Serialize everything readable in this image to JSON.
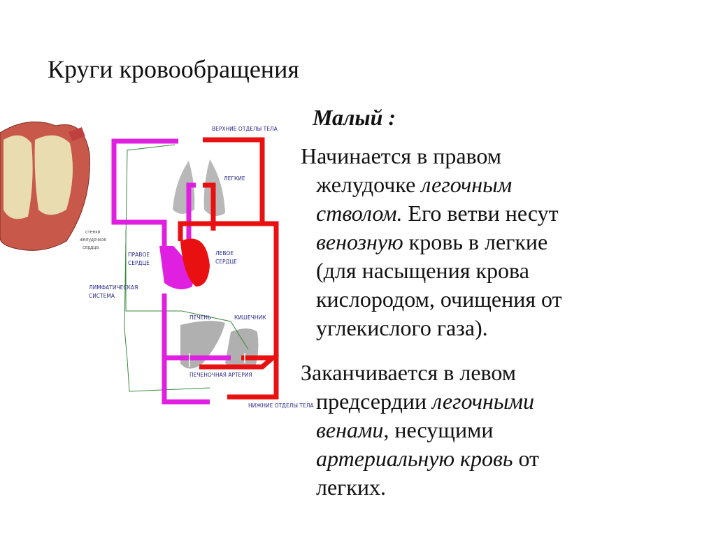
{
  "title": "Круги кровообращения",
  "body": {
    "heading": "Малый :",
    "p1": {
      "l1": "Начинается в правом",
      "l2a": "желудочке ",
      "l2b": "легочным",
      "l3a": "стволом.",
      "l3b": "  Его ветви несут",
      "l4a": "венозную",
      "l4b": "  кровь в легкие",
      "l5": "(для насыщения крова",
      "l6": "кислородом, очищения от",
      "l7": "углекислого газа)."
    },
    "p2": {
      "l1": "Заканчивается  в левом",
      "l2a": "предсердии  ",
      "l2b": "легочными",
      "l3a": "венами",
      "l3b": ", несущими",
      "l4a": "артериальную  кровь",
      "l4b": " от",
      "l5": "легких."
    }
  },
  "diagram": {
    "heart_caption": [
      "стенки",
      "желудочков",
      "сердца"
    ],
    "upper_body": "ВЕРХНИЕ ОТДЕЛЫ ТЕЛА",
    "lungs": "ЛЕГКИЕ",
    "right_heart": [
      "ПРАВОЕ",
      "СЕРДЦЕ"
    ],
    "left_heart": [
      "ЛЕВОЕ",
      "СЕРДЦЕ"
    ],
    "lymph": [
      "ЛИМФАТИЧЕСКАЯ",
      "СИСТЕМА"
    ],
    "liver": "ПЕЧЕНЬ",
    "intestine": "КИШЕЧНИК",
    "hepatic_artery": "ПЕЧЕНОЧНАЯ АРТЕРИЯ",
    "lower_body": "НИЖНИЕ ОТДЕЛЫ ТЕЛА",
    "colors": {
      "vein": "#e020e0",
      "artery": "#e81010",
      "lymph": "#3a8a3a",
      "organ": "#b0b0b0"
    }
  }
}
